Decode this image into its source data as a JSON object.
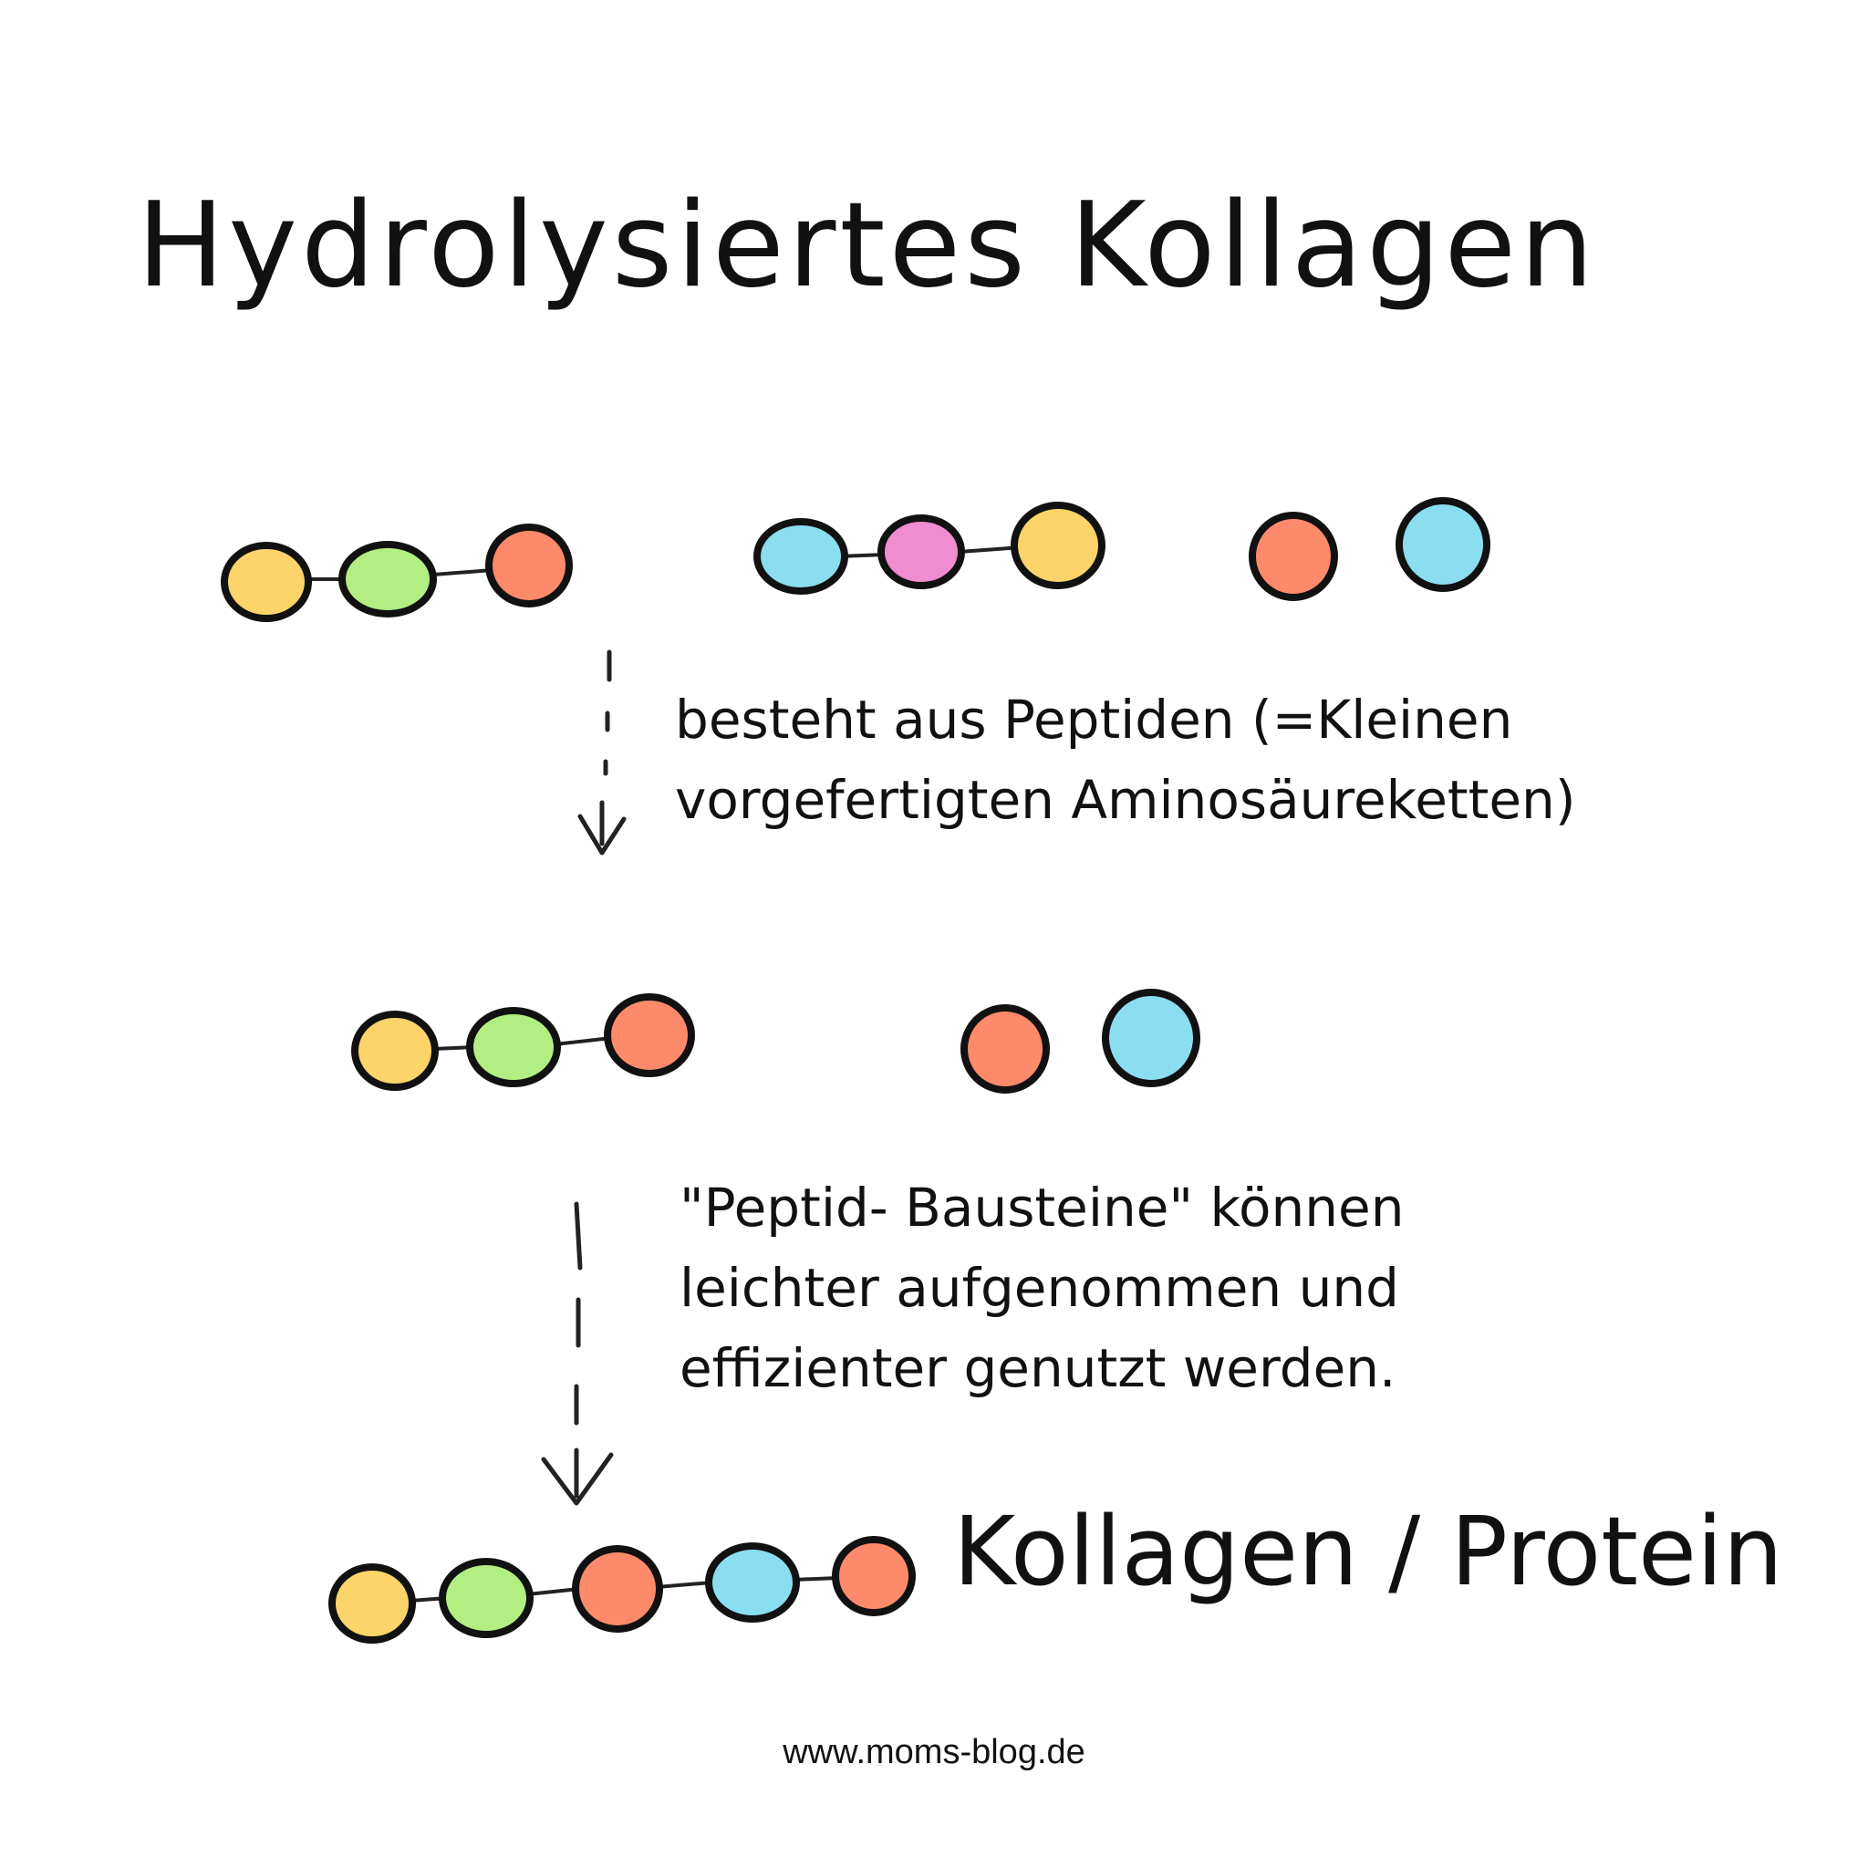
{
  "title": "Hydrolysiertes Kollagen",
  "caption_1": {
    "line_1": "besteht aus Peptiden (=Kleinen",
    "line_2": "vorgefertigten Aminosäureketten)"
  },
  "caption_2": {
    "line_1": "\"Peptid- Bausteine\" können",
    "line_2": "leichter aufgenommen und",
    "line_3": "effizienter genutzt werden."
  },
  "result_label": "Kollagen / Protein",
  "footer": "www.moms-blog.de",
  "colors": {
    "yellow": "#FCD46A",
    "green": "#B2EE82",
    "orange": "#FC8A6B",
    "blue": "#8BDDF0",
    "pink": "#F08CD0",
    "outline": "#111111"
  }
}
